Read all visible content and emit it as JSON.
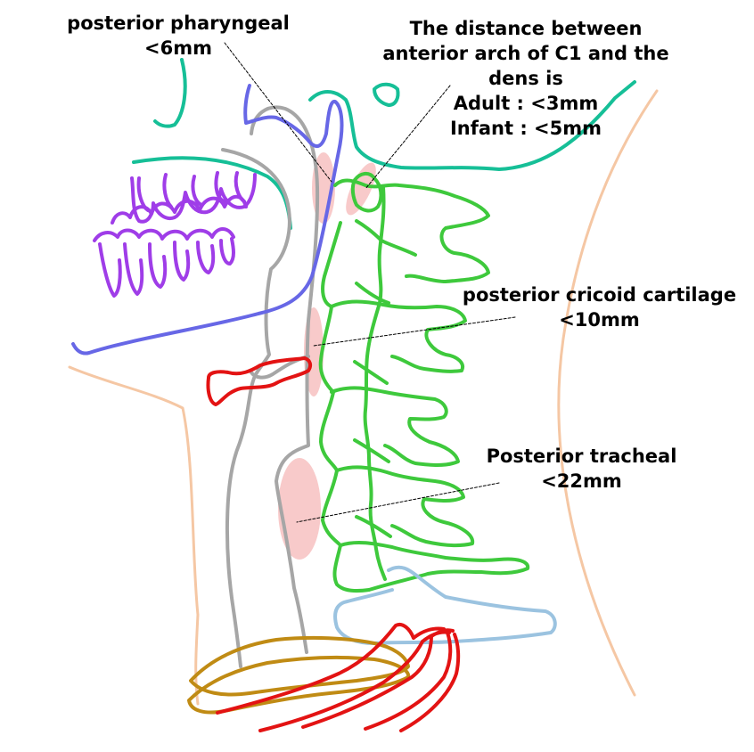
{
  "labels": {
    "posterior_pharyngeal": {
      "line1": "posterior pharyngeal",
      "line2": "<6mm"
    },
    "dens_distance": {
      "line1": "The distance between",
      "line2": "anterior arch of C1 and the",
      "line3": "dens is",
      "line4": "Adult : <3mm",
      "line5": "Infant : <5mm"
    },
    "posterior_cricoid": {
      "line1": "posterior cricoid cartilage",
      "line2": "<10mm"
    },
    "posterior_tracheal": {
      "line1": "Posterior tracheal",
      "line2": "<22mm"
    }
  },
  "colors": {
    "skin": "#f5c7a4",
    "spine": "#3ec93c",
    "airway": "#a6a6a6",
    "palate": "#16bf97",
    "pharynx_wall": "#6767e6",
    "teeth": "#9f3de8",
    "hyoid": "#e31313",
    "ribs": "#e31313",
    "clavicle": "#c08b14",
    "scapula": "#9bc3e0",
    "highlight": "#f5b8b8",
    "leader": "#000000"
  }
}
